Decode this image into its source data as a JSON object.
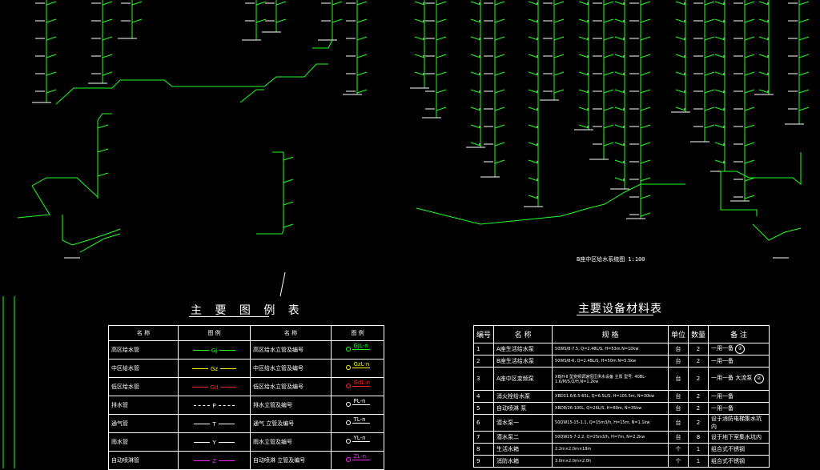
{
  "colors": {
    "background": "#000000",
    "pipe": "#22ff22",
    "text": "#ffffff",
    "yellow": "#ffff00",
    "red": "#ff2222",
    "magenta": "#ff22ff",
    "cyan": "#22ffff"
  },
  "legend": {
    "title": "主 要 图 例 表",
    "headers": [
      "名 称",
      "图 例",
      "名 称",
      "图 例"
    ],
    "rows": [
      {
        "name": "高区给水管",
        "code": "Gj",
        "color": "#22ff22",
        "style": "solid",
        "label": "高区给水立管及编号",
        "mark": "GJL-n"
      },
      {
        "name": "中区给水管",
        "code": "Gz",
        "color": "#ffff00",
        "style": "solid",
        "label": "中区给水立管及编号",
        "mark": "GzL-n"
      },
      {
        "name": "低区给水管",
        "code": "Gd",
        "color": "#ff2222",
        "style": "solid",
        "label": "低区给水立管及编号",
        "mark": "GdL-n"
      },
      {
        "name": "排水管",
        "code": "P",
        "color": "#ffffff",
        "style": "dashed",
        "label": "排水立管及编号",
        "mark": "PL-n"
      },
      {
        "name": "通气管",
        "code": "T",
        "color": "#ffffff",
        "style": "solid",
        "label": "通气 立管及编号",
        "mark": "TL-n"
      },
      {
        "name": "雨水管",
        "code": "Y",
        "color": "#ffffff",
        "style": "solid",
        "label": "雨水立管及编号",
        "mark": "YL-n"
      },
      {
        "name": "自动喷淋管",
        "code": "Z",
        "color": "#ff22ff",
        "style": "solid",
        "label": "自动喷淋 立管及编号",
        "mark": "ZL-n"
      }
    ]
  },
  "equipment": {
    "title": "主要设备材料表",
    "headers": [
      "编号",
      "名 称",
      "规 格",
      "单位",
      "数量",
      "备 注"
    ],
    "rows": [
      {
        "no": "1",
        "name": "A座生活给水泵",
        "spec": "50WS/8-7.5, Q=2.48L/S, H=53m  N=10kw",
        "unit": "台",
        "qty": "2",
        "note": "一用一备",
        "badge": "①"
      },
      {
        "no": "2",
        "name": "B座生活给水泵",
        "spec": "50WS/8-6, Q=2.48L/S, H=50m  N=5.5kw",
        "unit": "台",
        "qty": "2",
        "note": "一用一备",
        "badge": ""
      },
      {
        "no": "3",
        "name": "A座中区变频泵",
        "spec": "XBJH-Ⅱ 型变频调速恒压供水设备  主泵 型号: 40BL-1.6/M/S,Q/H,N=1.2kw",
        "unit": "台",
        "qty": "2",
        "note": "一用一备 大流泵",
        "badge": "②"
      },
      {
        "no": "4",
        "name": "消火栓给水泵",
        "spec": "XBD11.6/6.5-65L, Q=6.5L/S, H=105.5m, N=30kw",
        "unit": "台",
        "qty": "2",
        "note": "一用一备",
        "badge": ""
      },
      {
        "no": "5",
        "name": "自动喷淋 泵",
        "spec": "XBD8/26-100L, Q=26L/S, H=80m, N=35kw",
        "unit": "台",
        "qty": "2",
        "note": "一用一备",
        "badge": ""
      },
      {
        "no": "6",
        "name": "潜水泵一",
        "spec": "50QW15-15-1.1, Q=15m3/h, H=15m, N=1.1kw",
        "unit": "台",
        "qty": "2",
        "note": "设于消防电梯集水坑内",
        "badge": ""
      },
      {
        "no": "7",
        "name": "潜水泵二",
        "spec": "50QW25-7-2.2, Q=25m3/h, H=7m, N=2.2kw",
        "unit": "台",
        "qty": "8",
        "note": "设于地下室集水坑内",
        "badge": ""
      },
      {
        "no": "8",
        "name": "生活水箱",
        "spec": "2.2m×2.0m×18m",
        "unit": "个",
        "qty": "1",
        "note": "组合式不锈钢",
        "badge": ""
      },
      {
        "no": "9",
        "name": "消防水箱",
        "spec": "3.0m×2.0m×2.0h",
        "unit": "个",
        "qty": "1",
        "note": "组合式不锈钢",
        "badge": ""
      }
    ]
  },
  "caption": "B座中区给水系统图  1:100"
}
